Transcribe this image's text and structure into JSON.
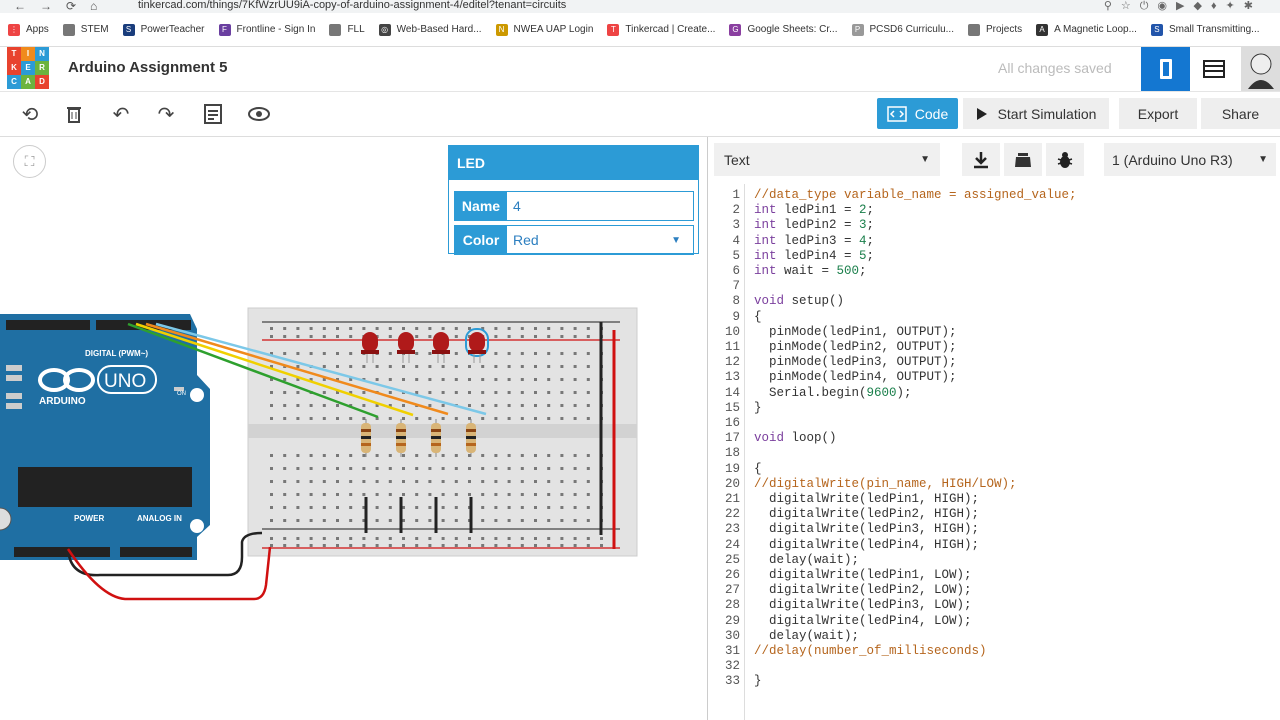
{
  "browser": {
    "url": "tinkercad.com/things/7KfWzrUU9iA-copy-of-arduino-assignment-4/editel?tenant=circuits",
    "bookmarks": [
      "Apps",
      "STEM",
      "PowerTeacher",
      "Frontline - Sign In",
      "FLL",
      "Web-Based Hard...",
      "NWEA UAP Login",
      "Tinkercad | Create...",
      "Google Sheets: Cr...",
      "PCSD6 Curriculu...",
      "Projects",
      "A Magnetic Loop...",
      "Small Transmitting..."
    ]
  },
  "app": {
    "logo_letters": [
      "TIN",
      "KER",
      "CAD"
    ],
    "title": "Arduino Assignment 5",
    "save_status": "All changes saved"
  },
  "toolbar": {
    "code_label": "Code",
    "start_sim_label": "Start Simulation",
    "export_label": "Export",
    "share_label": "Share"
  },
  "led_panel": {
    "title": "LED",
    "name_label": "Name",
    "name_value": "4",
    "color_label": "Color",
    "color_value": "Red"
  },
  "arduino": {
    "brand": "ARDUINO",
    "model": "UNO",
    "digital_label": "DIGITAL (PWM~)",
    "power_label": "POWER",
    "analog_label": "ANALOG IN",
    "on_label": "ON"
  },
  "code_panel": {
    "mode": "Text",
    "device": "1 (Arduino Uno R3)",
    "lines": [
      "//data_type variable_name = assigned_value;",
      "int ledPin1 = 2;",
      "int ledPin2 = 3;",
      "int ledPin3 = 4;",
      "int ledPin4 = 5;",
      "int wait = 500;",
      "",
      "void setup()",
      "{",
      "  pinMode(ledPin1, OUTPUT);",
      "  pinMode(ledPin2, OUTPUT);",
      "  pinMode(ledPin3, OUTPUT);",
      "  pinMode(ledPin4, OUTPUT);",
      "  Serial.begin(9600);",
      "}",
      "",
      "void loop()",
      "",
      "{",
      "//digitalWrite(pin_name, HIGH/LOW);",
      "  digitalWrite(ledPin1, HIGH);",
      "  digitalWrite(ledPin2, HIGH);",
      "  digitalWrite(ledPin3, HIGH);",
      "  digitalWrite(ledPin4, HIGH);",
      "  delay(wait);",
      "  digitalWrite(ledPin1, LOW);",
      "  digitalWrite(ledPin2, LOW);",
      "  digitalWrite(ledPin3, LOW);",
      "  digitalWrite(ledPin4, LOW);",
      "  delay(wait);",
      "//delay(number_of_milliseconds)",
      "",
      "}"
    ]
  },
  "colors": {
    "accent": "#2c9bd6",
    "dark_accent": "#1477d1",
    "board": "#1f6fa3",
    "led": "#b01a1a",
    "wire_red": "#d01010",
    "wire_black": "#222222"
  },
  "icons": [
    "rotate-icon",
    "trash-icon",
    "undo-icon",
    "redo-icon",
    "notes-icon",
    "eye-icon",
    "code-icon",
    "play-icon",
    "download-icon",
    "library-icon",
    "debug-icon",
    "fit-view-icon",
    "schematic-icon",
    "list-icon"
  ]
}
